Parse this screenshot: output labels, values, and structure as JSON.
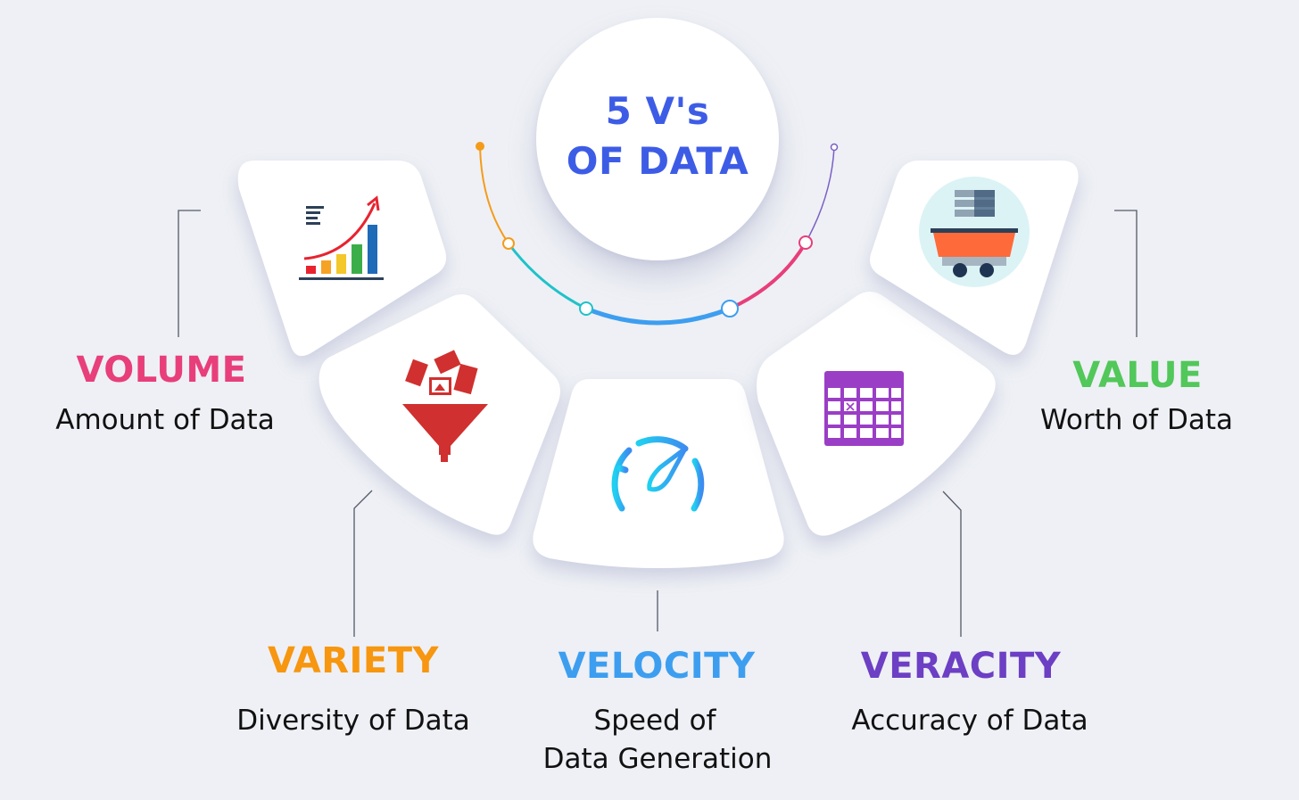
{
  "title": {
    "line1": "5 V's",
    "line2": "OF DATA",
    "color": "#3d5ce6"
  },
  "items": [
    {
      "key": "volume",
      "title": "VOLUME",
      "subtitle": "Amount of Data",
      "color": "#e83e7a",
      "icon": "growth-bar-chart-icon"
    },
    {
      "key": "variety",
      "title": "VARIETY",
      "subtitle": "Diversity of Data",
      "color": "#f7960f",
      "icon": "funnel-media-icon"
    },
    {
      "key": "velocity",
      "title": "VELOCITY",
      "subtitle_line1": "Speed of",
      "subtitle_line2": "Data Generation",
      "color": "#3d9ef0",
      "icon": "speedometer-icon"
    },
    {
      "key": "veracity",
      "title": "VERACITY",
      "subtitle": "Accuracy of Data",
      "color": "#6c3fc4",
      "icon": "calendar-grid-icon"
    },
    {
      "key": "value",
      "title": "VALUE",
      "subtitle": "Worth of Data",
      "color": "#52c75a",
      "icon": "data-cart-icon"
    }
  ],
  "arc_colors": [
    "#f59b1a",
    "#1fc2c9",
    "#3d9ef0",
    "#e83e7a",
    "#7b5fc4"
  ]
}
